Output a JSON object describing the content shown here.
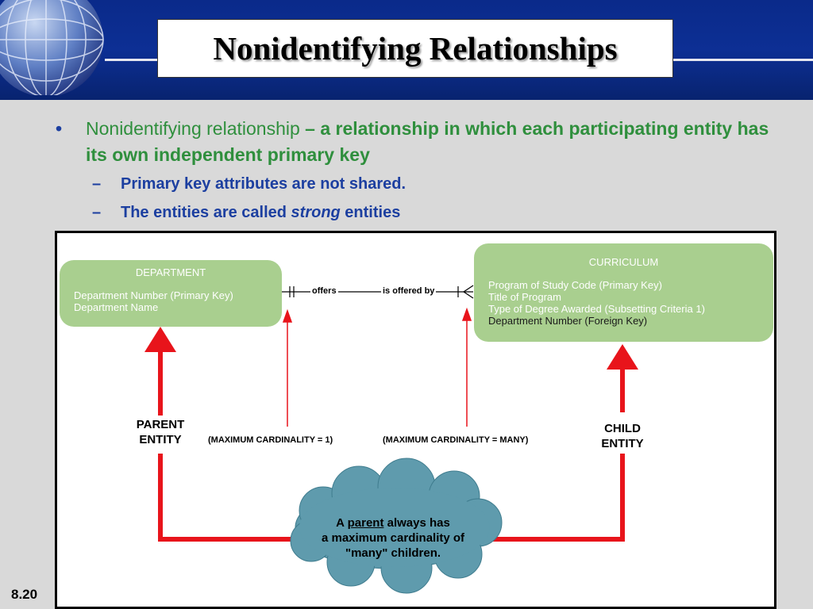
{
  "slide": {
    "title": "Nonidentifying Relationships",
    "number": "8.20"
  },
  "bullets": {
    "main_term": "Nonidentifying relationship",
    "main_rest": " – a relationship in which each participating entity has its own independent primary key",
    "sub1": "Primary key attributes are not shared.",
    "sub2_pre": "The entities are called ",
    "sub2_em": "strong",
    "sub2_post": " entities"
  },
  "diagram": {
    "department": {
      "name": "DEPARTMENT",
      "attributes": [
        "Department Number (Primary Key)",
        "Department Name"
      ]
    },
    "curriculum": {
      "name": "CURRICULUM",
      "attributes": [
        "Program of Study Code (Primary Key)",
        "Title of Program",
        "Type of Degree Awarded (Subsetting Criteria 1)"
      ],
      "foreign_key": "Department Number (Foreign Key)"
    },
    "relationship": {
      "forward": "offers",
      "reverse": "is offered by"
    },
    "parent_label": [
      "PARENT",
      "ENTITY"
    ],
    "child_label": [
      "CHILD",
      "ENTITY"
    ],
    "cardinality_one": "(MAXIMUM CARDINALITY = 1)",
    "cardinality_many": "(MAXIMUM CARDINALITY = MANY)",
    "cloud": {
      "pre": "A ",
      "underlined": "parent",
      "line1_post": " always has",
      "line2": "a maximum cardinality of",
      "line3": "\"many\" children."
    },
    "colors": {
      "entity": "#a9cf8f",
      "arrow": "#e8141b",
      "cloud": "#5f9bad"
    }
  }
}
